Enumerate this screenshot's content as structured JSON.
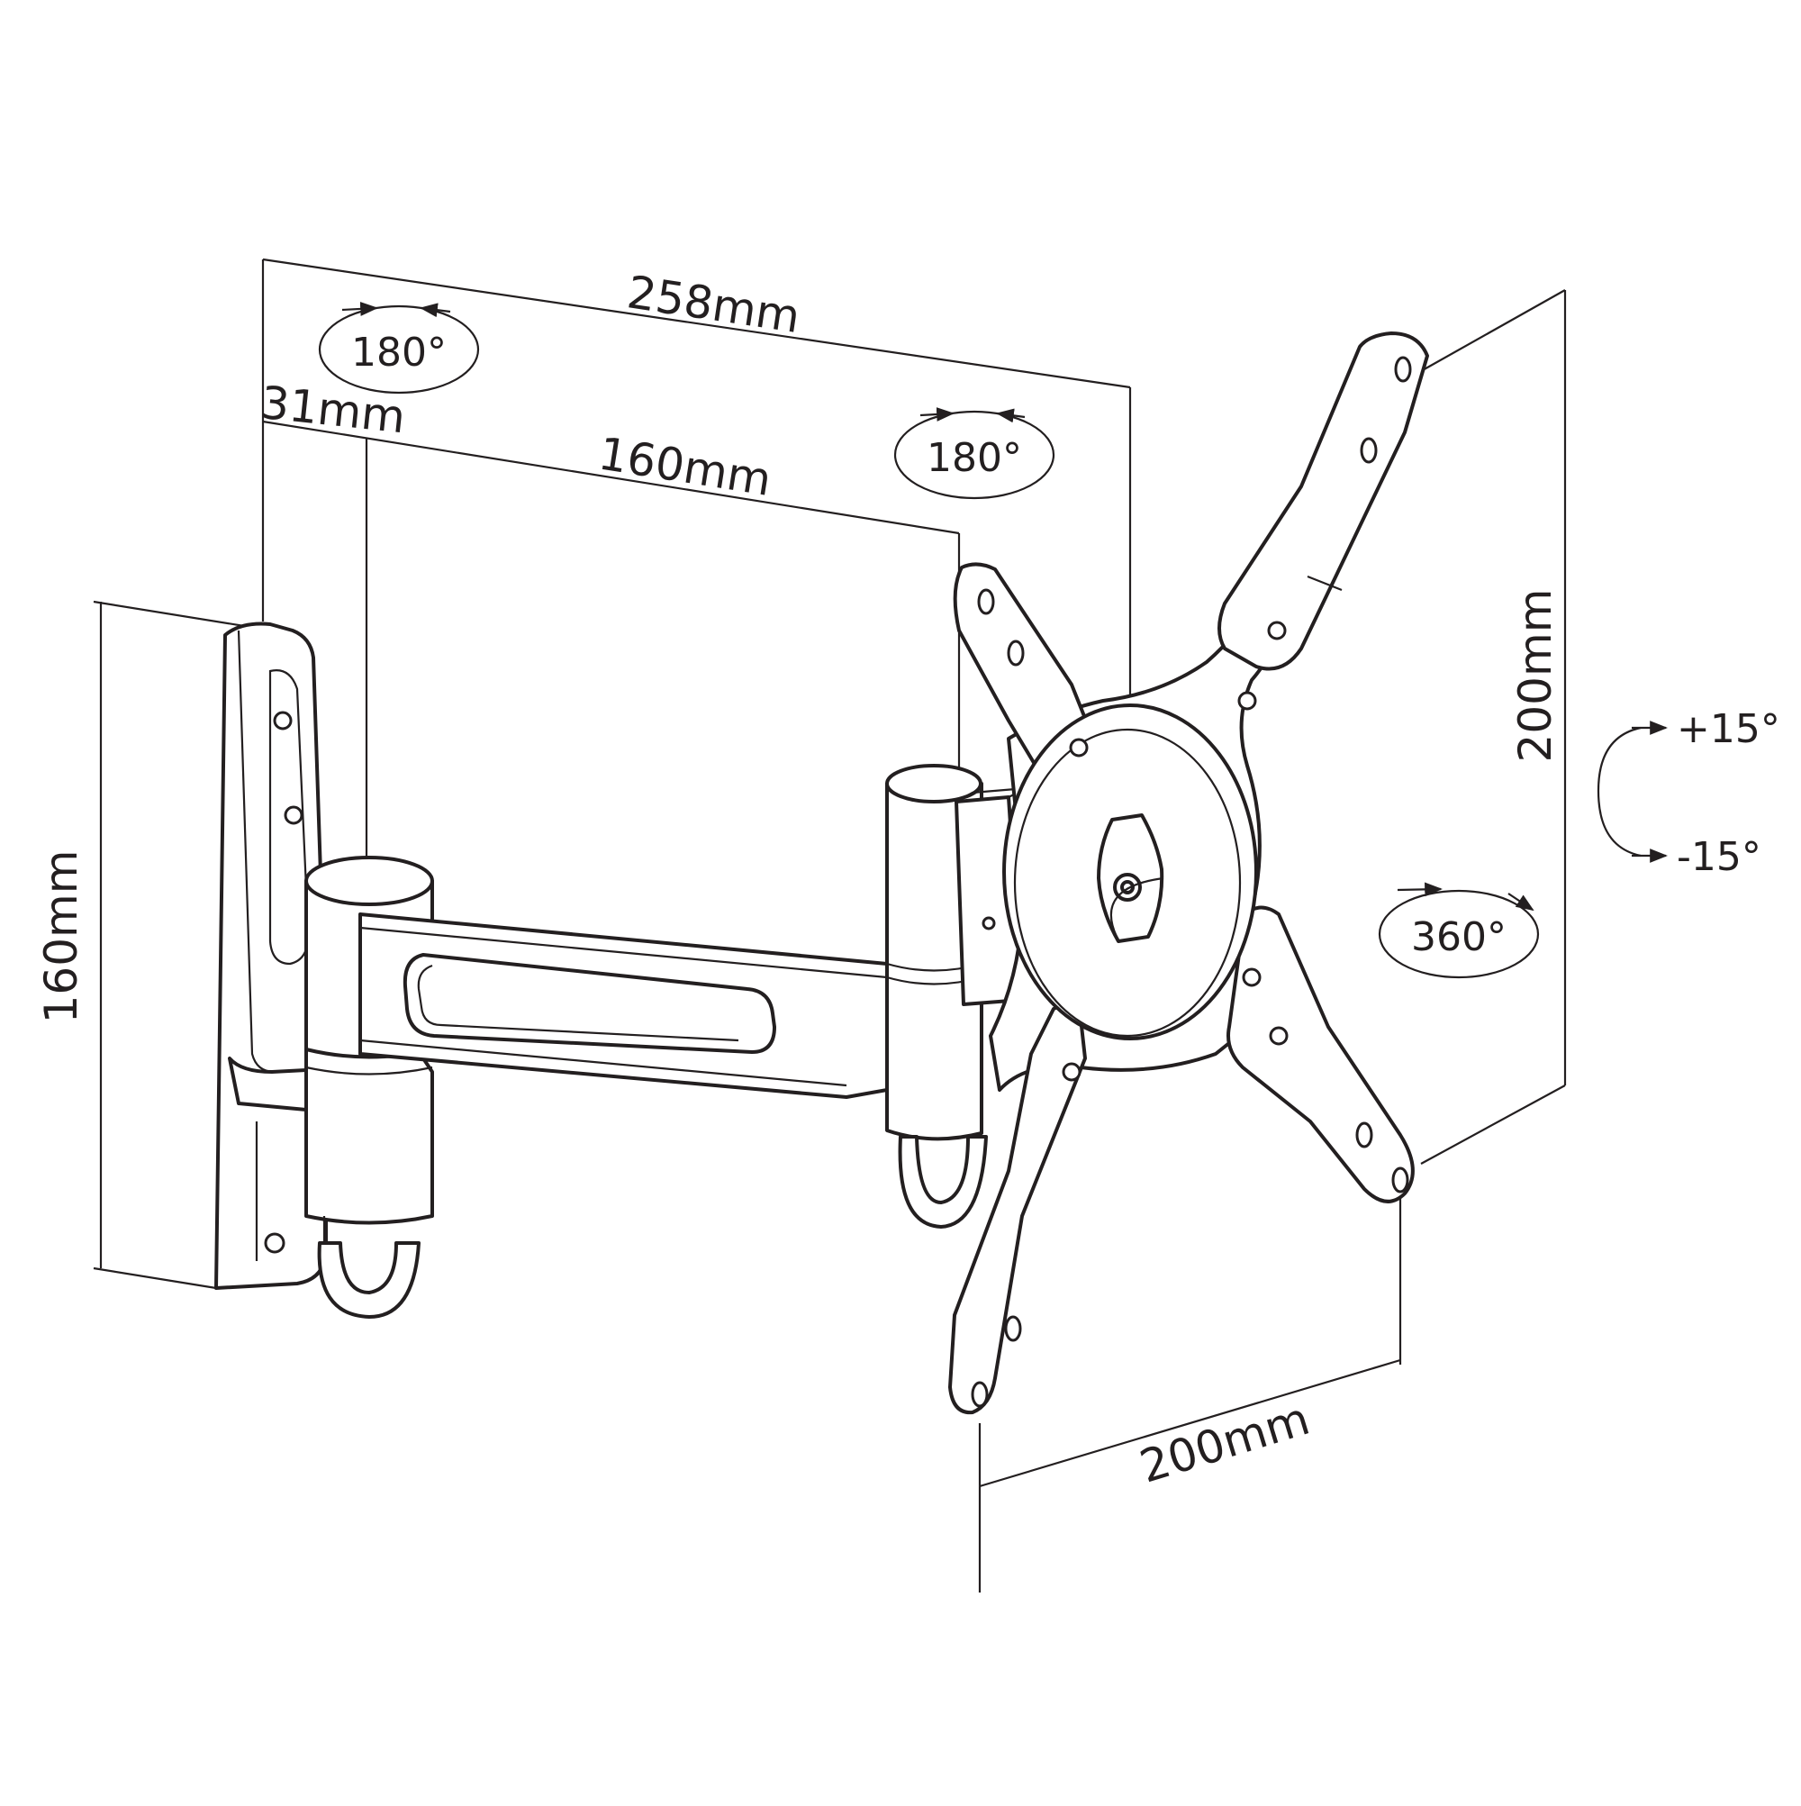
{
  "dimensions": {
    "overall_width": "258mm",
    "arm_length": "160mm",
    "wall_offset": "31mm",
    "wall_plate_height": "160mm",
    "vesa_height": "200mm",
    "vesa_width": "200mm"
  },
  "rotations": {
    "wall_swivel": "180°",
    "arm_swivel": "180°",
    "plate_rotation": "360°",
    "tilt_up": "+15°",
    "tilt_down": "-15°"
  }
}
